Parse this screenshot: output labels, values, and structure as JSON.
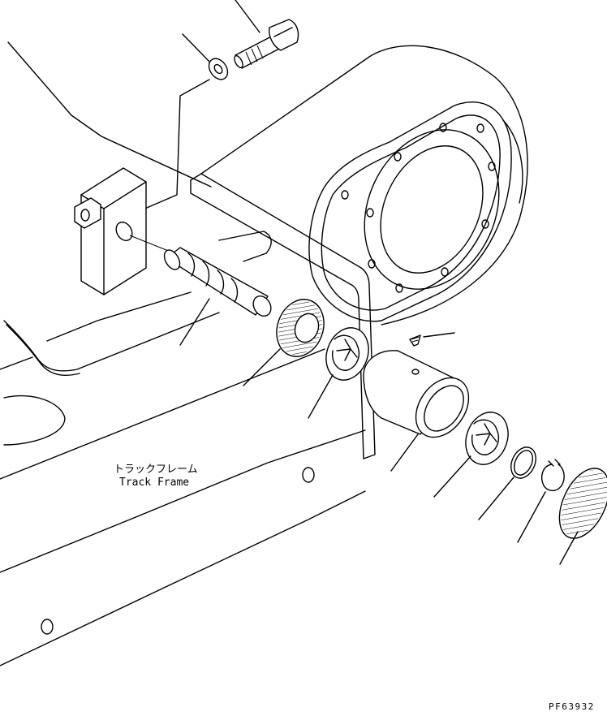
{
  "labels": {
    "track_frame_jp": "トラックフレーム",
    "track_frame_en": "Track Frame"
  },
  "figure_code": "PF63932"
}
